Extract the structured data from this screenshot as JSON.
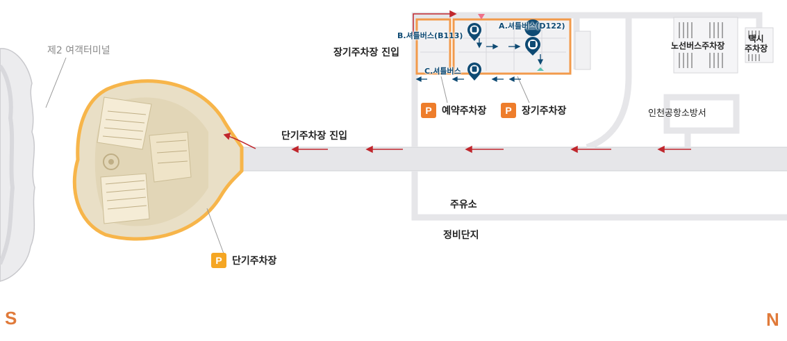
{
  "colors": {
    "road": "#e6e6e9",
    "road_edge": "#cfd0d4",
    "arrow": "#c0272d",
    "short_term_orange": "#f5a623",
    "long_term_orange": "#ee7d2b",
    "bus_stop_navy": "#0e4a73",
    "compass_orange": "#e07a3a"
  },
  "labels": {
    "terminal": "제2 여객터미널",
    "long_term_entry": "장기주차장 진입",
    "short_term_entry": "단기주차장 진입",
    "bus_terminal": "노선버스주차장",
    "taxi_line1": "택시",
    "taxi_line2": "주차장",
    "incheon_airport_fire_station": "인천공항소방서",
    "gas_station": "주유소",
    "maintenance_complex": "정비단지"
  },
  "shuttle_stops": [
    {
      "label": "A.셔틀버스(D122)",
      "icon": "bus-stop-pin-icon"
    },
    {
      "label": "B.셔틀버스(B113)",
      "icon": "bus-stop-pin-icon"
    },
    {
      "label": "C.셔틀버스",
      "icon": "bus-stop-pin-icon"
    }
  ],
  "legend": {
    "badge_letter": "P",
    "reserved_parking": "예약주차장",
    "long_term_parking": "장기주차장",
    "short_term_parking": "단기주차장"
  },
  "compass": {
    "left": "S",
    "right": "N"
  }
}
